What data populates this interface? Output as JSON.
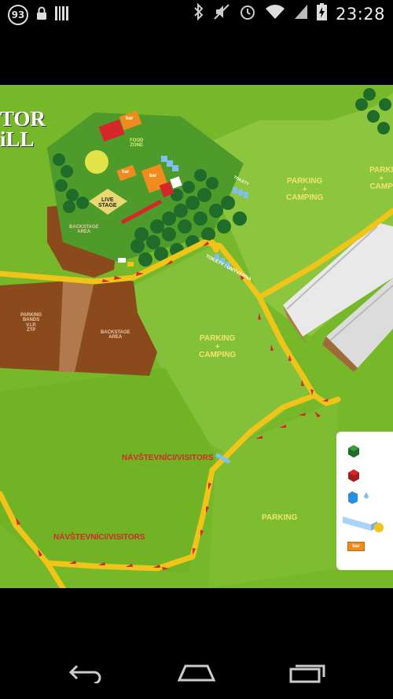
{
  "status_bar": {
    "notification_count": "93",
    "time": "23:28",
    "icons": [
      "lock-icon",
      "barcode-icon",
      "bluetooth-icon",
      "mute-icon",
      "alarm-icon",
      "wifi-icon",
      "signal-icon",
      "battery-charging-icon"
    ]
  },
  "map": {
    "logo_lines": [
      "TOR",
      "iLL"
    ],
    "labels": {
      "food_zone": "FOOD\nZONE",
      "live_stage": "LIVE\nSTAGE",
      "backstage_area_top": "BACKSTAGE\nAREA",
      "parking_bands": "PARKING\nBANDS\nV.I.P.\nZTP",
      "backstage_area_bottom": "BACKSTAGE\nAREA",
      "parking_camping_right": "PARKING\n+\nCAMPING",
      "parking_camping_edge": "PARKI\n+\nCAMP",
      "parking_camping_center": "PARKING\n+\nCAMPING",
      "parking": "PARKING",
      "visitors_right": "NÁVŠTEVNÍCI/VISITORS",
      "visitors_left": "NÁVŠTEVNÍCI/VISITORS",
      "toilety_umyvarna": "TOILETY / UMÝVÁRNA",
      "toilety_small": "TOILETY",
      "bar_1": "bar",
      "bar_2": "bar",
      "bar_3": "bar",
      "bar_legend": "bar"
    },
    "colors": {
      "grass": "#76b82a",
      "grass_light": "#8cc63f",
      "path": "#f0c419",
      "arrow": "#d7262a",
      "soil": "#8b4a1c",
      "forest": "#1f6b2a"
    },
    "legend": {
      "items": [
        "green-cube-icon",
        "red-cube-icon",
        "toilet-icon",
        "fence-icon",
        "bar-icon"
      ]
    }
  },
  "nav_bar": {
    "buttons": [
      "back-icon",
      "home-icon",
      "recents-icon"
    ]
  }
}
